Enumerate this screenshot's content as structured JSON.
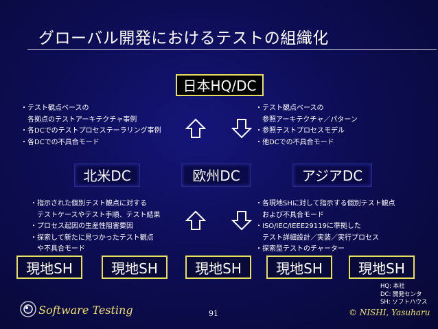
{
  "slide": {
    "title": "グローバル開発におけるテストの組織化",
    "page_number": "91",
    "copyright": "© NISHI, Yasuharu",
    "logo_text": "Software Testing"
  },
  "hq": {
    "label": "日本HQ/DC"
  },
  "dcs": [
    {
      "label": "北米DC"
    },
    {
      "label": "欧州DC"
    },
    {
      "label": "アジアDC"
    }
  ],
  "shs": [
    {
      "label": "現地SH"
    },
    {
      "label": "現地SH"
    },
    {
      "label": "現地SH"
    },
    {
      "label": "現地SH"
    },
    {
      "label": "現地SH"
    }
  ],
  "notes": {
    "dc_to_hq": [
      "・テスト観点ベースの",
      "　各拠点のテストアーキテクチャ事例",
      "・各DCでのテストプロセステーラリング事例",
      "・各DCでの不具合モード"
    ],
    "hq_to_dc": [
      "・テスト観点ベースの",
      "　参照アーキテクチャ／パターン",
      "・参照テストプロセスモデル",
      "・他DCでの不具合モード"
    ],
    "sh_to_dc": [
      "・指示された個別テスト観点に対する",
      "　テストケースやテスト手順、テスト結果",
      "・プロセス起因の生産性阻害要因",
      "・探索して新たに見つかったテスト観点",
      "　や不具合モード"
    ],
    "dc_to_sh": [
      "・各現地SHに対して指示する個別テスト観点",
      "　および不具合モード",
      "・ISO/IEC/IEEE29119に準拠した",
      "　テスト詳細設計／実装／実行プロセス",
      "・探索型テストのチャーター"
    ]
  },
  "legend": [
    "HQ: 本社",
    "DC: 開発センタ",
    "SH: ソフトハウス"
  ],
  "icons": {
    "up": "up-arrow-icon",
    "down": "down-arrow-icon",
    "logo": "lens-logo-icon"
  },
  "colors": {
    "background": "#0d0d55",
    "accent_border": "#e8e060",
    "logo_text": "#f0e070"
  }
}
